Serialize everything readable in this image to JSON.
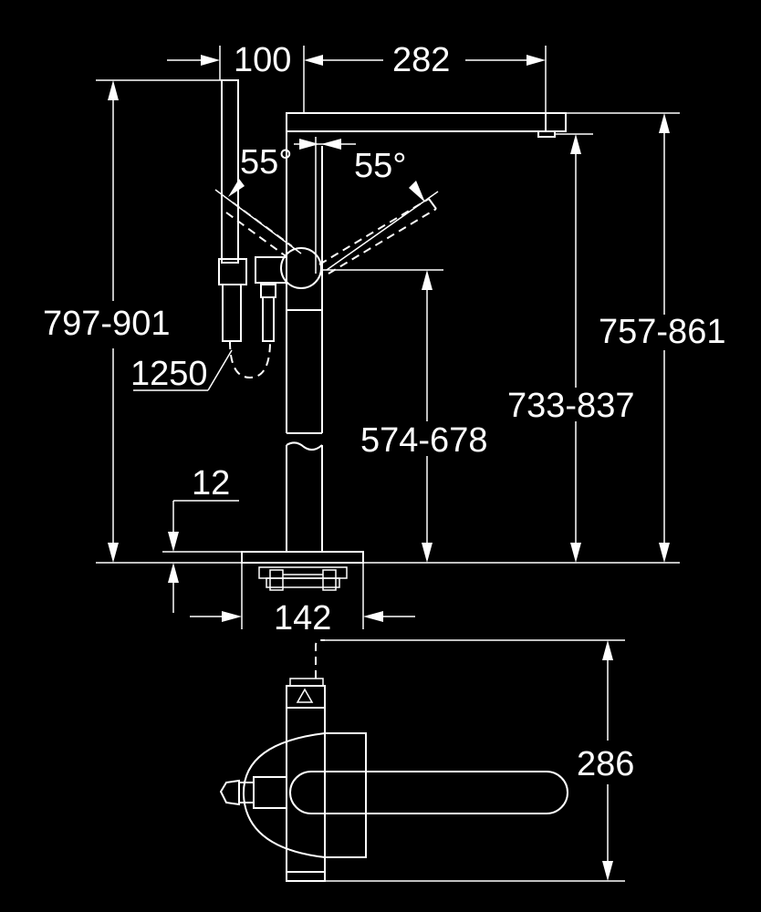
{
  "dimensions": {
    "handshower_offset": "100",
    "spout_reach": "282",
    "handshower_angle": "55°",
    "spout_angle": "55°",
    "total_height_handshower": "797-901",
    "hose_length": "1250",
    "total_height_spout": "757-861",
    "outlet_height": "733-837",
    "handle_height": "574-678",
    "base_plate_thickness": "12",
    "base_plate_width": "142",
    "top_view_depth": "286"
  },
  "colors": {
    "background": "#000000",
    "line": "#ffffff"
  }
}
